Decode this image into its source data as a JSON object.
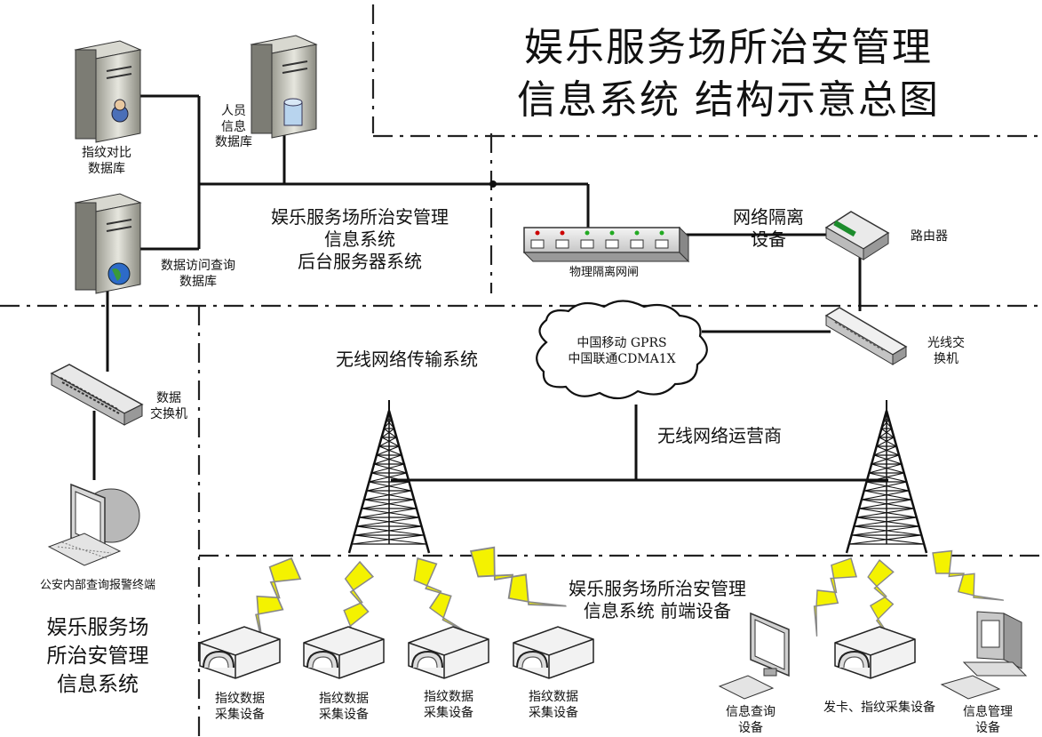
{
  "title": {
    "line1": "娱乐服务场所治安管理",
    "line2": "信息系统 结构示意总图"
  },
  "servers": {
    "fingerprint_db": {
      "l1": "指纹对比",
      "l2": "数据库"
    },
    "personnel_db": {
      "l1": "人员",
      "l2": "信息",
      "l3": "数据库"
    },
    "query_db": {
      "l1": "数据访问查询",
      "l2": "数据库"
    }
  },
  "backend_system": {
    "l1": "娱乐服务场所治安管理",
    "l2": "信息系统",
    "l3": "后台服务器系统"
  },
  "network": {
    "gateway": "物理隔离网闸",
    "isolation": {
      "l1": "网络隔离",
      "l2": "设备"
    },
    "router": "路由器",
    "fiber_switch": {
      "l1": "光线交",
      "l2": "换机"
    },
    "cloud": {
      "l1": "中国移动 GPRS",
      "l2": "中国联通CDMA1X"
    },
    "wireless_system": "无线网络传输系统",
    "operator": "无线网络运营商"
  },
  "police_side": {
    "data_switch": {
      "l1": "数据",
      "l2": "交换机"
    },
    "terminal": "公安内部查询报警终端",
    "system_label": {
      "l1": "娱乐服务场",
      "l2": "所治安管理",
      "l3": "信息系统"
    }
  },
  "frontend": {
    "label": {
      "l1": "娱乐服务场所治安管理",
      "l2": "信息系统  前端设备"
    },
    "collectors": [
      {
        "l1": "指纹数据",
        "l2": "采集设备"
      },
      {
        "l1": "指纹数据",
        "l2": "采集设备"
      },
      {
        "l1": "指纹数据",
        "l2": "采集设备"
      },
      {
        "l1": "指纹数据",
        "l2": "采集设备"
      }
    ],
    "info_query": {
      "l1": "信息查询",
      "l2": "设备"
    },
    "card_issue": "发卡、指纹采集设备",
    "info_mgmt": {
      "l1": "信息管理",
      "l2": "设备"
    }
  }
}
